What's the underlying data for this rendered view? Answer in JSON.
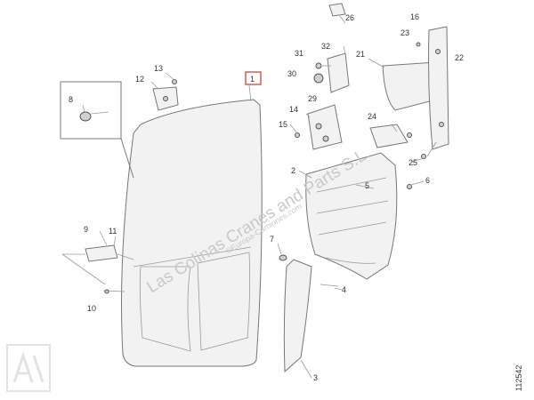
{
  "labels": {
    "l1": "1",
    "l2": "2",
    "l3": "3",
    "l4": "4",
    "l5": "5",
    "l6": "6",
    "l7": "7",
    "l8": "8",
    "l9": "9",
    "l10": "10",
    "l11": "11",
    "l12": "12",
    "l13": "13",
    "l14": "14",
    "l15": "15",
    "l16": "16",
    "l21": "21",
    "l22": "22",
    "l23": "23",
    "l24": "24",
    "l25": "25",
    "l26": "26",
    "l29": "29",
    "l30": "30",
    "l31": "31",
    "l32": "32"
  },
  "watermark": {
    "main": "Las Colinas Cranes and Parts S.L.",
    "sub": "©Europa-Camiones.com"
  },
  "document_number": "112542",
  "colors": {
    "highlight": "#c0392b",
    "watermark": "#c9c9c9"
  }
}
